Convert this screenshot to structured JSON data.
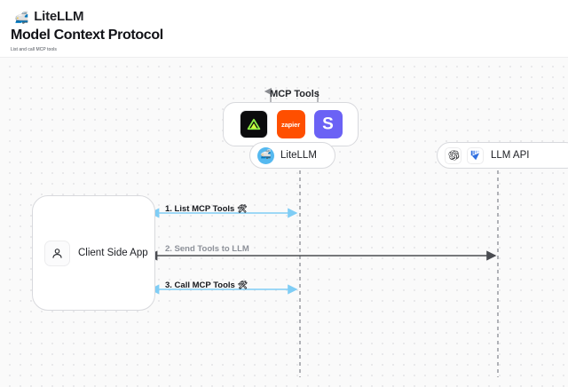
{
  "header": {
    "brand_icon": "bullet-train-icon",
    "brand_glyph": "🚅",
    "brand_name": "LiteLLM",
    "title": "Model Context Protocol",
    "subtitle": "List and call MCP tools"
  },
  "diagram": {
    "mcp_group": {
      "label": "MCP Tools",
      "tools": [
        {
          "name": "dub-tool-icon",
          "label": "",
          "bg": "#0b0b0d"
        },
        {
          "name": "zapier-tool-icon",
          "label": "zapier",
          "bg": "#ff4f00"
        },
        {
          "name": "slack-tool-icon",
          "label": "S",
          "bg": "#6b62f5"
        }
      ]
    },
    "nodes": {
      "litellm": {
        "label": "LiteLLM",
        "icon": "litellm-avatar-icon",
        "glyph": "🚅"
      },
      "llm_api": {
        "label": "LLM API",
        "icons": [
          "openai-logo-icon",
          "vllm-logo-icon"
        ]
      },
      "client": {
        "label": "Client Side App",
        "icon": "user-icon"
      }
    },
    "edges": [
      {
        "index": "1",
        "label": "1. List MCP Tools",
        "emoji": "🛠",
        "color": "#7fcdf5",
        "direction": "both"
      },
      {
        "index": "2",
        "label": "2. Send Tools to LLM",
        "emoji": "",
        "color": "#55575c",
        "direction": "both"
      },
      {
        "index": "3",
        "label": "3. Call MCP Tools",
        "emoji": "🛠",
        "color": "#7fcdf5",
        "direction": "both"
      }
    ]
  },
  "colors": {
    "accent_blue": "#7fcdf5",
    "arrow_gray": "#8a8c91",
    "canvas_bg": "#fafafa",
    "dot_grid": "#e3e3e6"
  }
}
